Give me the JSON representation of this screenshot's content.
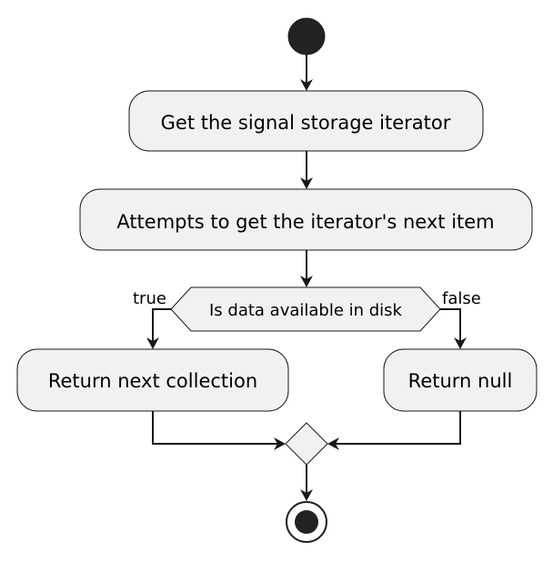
{
  "colors": {
    "node_fill": "#f1f1f1",
    "stroke": "#181818",
    "start_fill": "#222222",
    "text": "#000000"
  },
  "nodes": {
    "step1": "Get the signal storage iterator",
    "step2": "Attempts to get the iterator's next item",
    "decision": "Is data available in disk",
    "true_action": "Return next collection",
    "false_action": "Return null"
  },
  "branches": {
    "true_label": "true",
    "false_label": "false"
  }
}
